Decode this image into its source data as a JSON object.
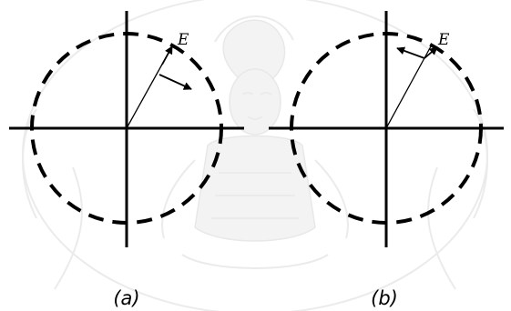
{
  "panels": [
    {
      "id": "a",
      "caption": "(a)",
      "field_label": "E"
    },
    {
      "id": "b",
      "caption": "(b)",
      "field_label": "E"
    }
  ],
  "colors": {
    "stroke": "#000000",
    "background": "#ffffff",
    "watermark": "#e9e9e9"
  },
  "watermark": {
    "kind": "university-seal"
  }
}
